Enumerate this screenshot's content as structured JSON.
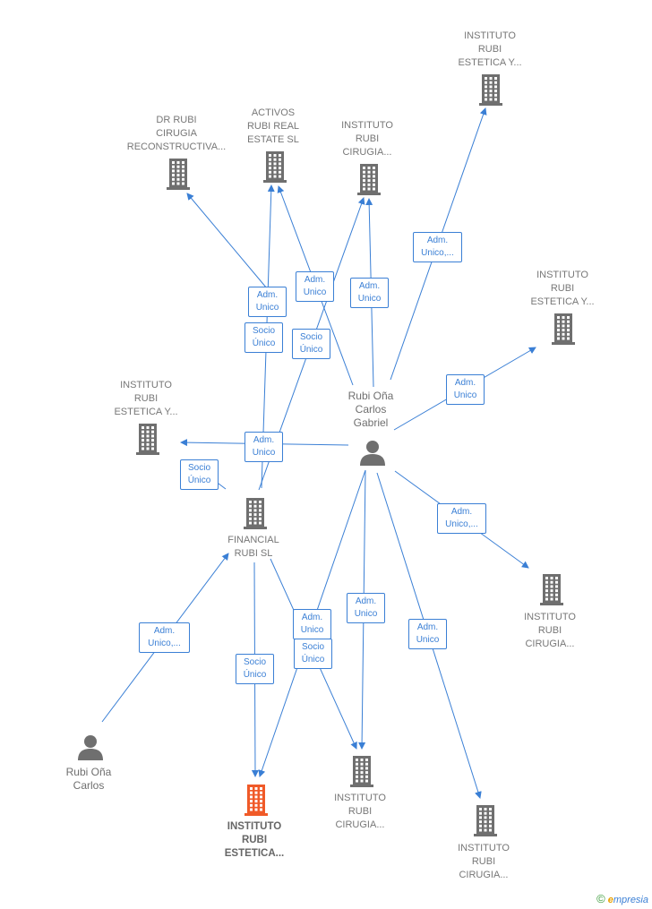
{
  "colors": {
    "edge": "#3a7fd5",
    "company": "#6f6f6f",
    "focus": "#f05a28",
    "person": "#6f6f6f"
  },
  "nodes": [
    {
      "id": "n1",
      "type": "company",
      "label": "INSTITUTO\nRUBI\nESTETICA Y..."
    },
    {
      "id": "n2",
      "type": "company",
      "label": "DR RUBI\nCIRUGIA\nRECONSTRUCTIVA..."
    },
    {
      "id": "n3",
      "type": "company",
      "label": "ACTIVOS\nRUBI REAL\nESTATE  SL"
    },
    {
      "id": "n4",
      "type": "company",
      "label": "INSTITUTO\nRUBI\nCIRUGIA..."
    },
    {
      "id": "n5",
      "type": "company",
      "label": "INSTITUTO\nRUBI\nESTETICA Y..."
    },
    {
      "id": "n6",
      "type": "company",
      "label": "INSTITUTO\nRUBI\nESTETICA Y..."
    },
    {
      "id": "n7",
      "type": "person",
      "label": "Rubi Oña\nCarlos\nGabriel"
    },
    {
      "id": "n8",
      "type": "company",
      "label": "FINANCIAL\nRUBI  SL"
    },
    {
      "id": "n9",
      "type": "company",
      "label": "INSTITUTO\nRUBI\nCIRUGIA..."
    },
    {
      "id": "n10",
      "type": "person",
      "label": "Rubi Oña\nCarlos"
    },
    {
      "id": "n11",
      "type": "focus",
      "label": "INSTITUTO\nRUBI\nESTETICA..."
    },
    {
      "id": "n12",
      "type": "company",
      "label": "INSTITUTO\nRUBI\nCIRUGIA..."
    },
    {
      "id": "n13",
      "type": "company",
      "label": "INSTITUTO\nRUBI\nCIRUGIA..."
    }
  ],
  "edges": [
    {
      "id": "e1",
      "label": "Adm.\nUnico,..."
    },
    {
      "id": "e2",
      "label": "Adm.\nUnico"
    },
    {
      "id": "e3",
      "label": "Adm.\nUnico"
    },
    {
      "id": "e4",
      "label": "Adm.\nUnico"
    },
    {
      "id": "e5",
      "label": "Adm.\nUnico"
    },
    {
      "id": "e6",
      "label": "Adm.\nUnico"
    },
    {
      "id": "e7",
      "label": "Adm.\nUnico,..."
    },
    {
      "id": "e8",
      "label": "Adm.\nUnico"
    },
    {
      "id": "e9",
      "label": "Adm.\nUnico"
    },
    {
      "id": "e10",
      "label": "Adm.\nUnico"
    },
    {
      "id": "e11",
      "label": "Socio\nÚnico"
    },
    {
      "id": "e12",
      "label": "Socio\nÚnico"
    },
    {
      "id": "e13",
      "label": "Socio\nÚnico"
    },
    {
      "id": "e14",
      "label": "Socio\nÚnico"
    },
    {
      "id": "e15",
      "label": "Socio\nÚnico"
    },
    {
      "id": "e16",
      "label": "Adm.\nUnico,..."
    }
  ],
  "footer": {
    "copyright": "©",
    "brand_initial": "e",
    "brand_rest": "mpresia"
  }
}
